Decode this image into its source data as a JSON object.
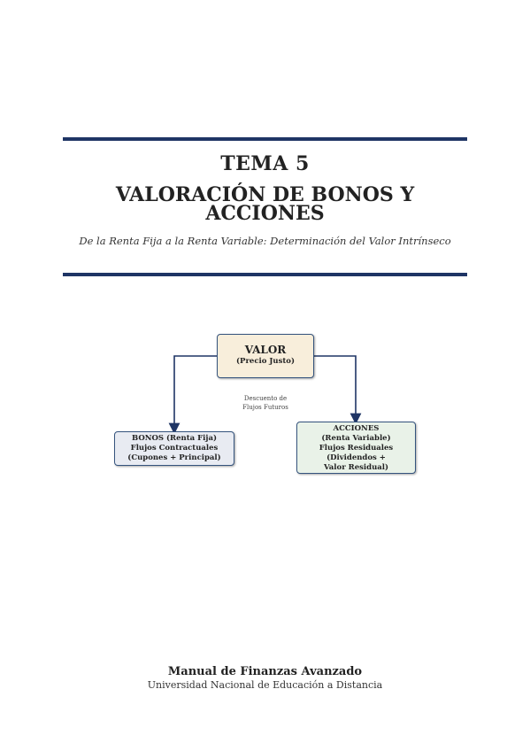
{
  "header": {
    "chapter": "TEMA 5",
    "title_line1": "VALORACIÓN DE BONOS Y",
    "title_line2": "ACCIONES",
    "subtitle": "De la Renta Fija a la Renta Variable: Determinación del Valor Intrínseco"
  },
  "diagram": {
    "root": {
      "label": "VALOR",
      "sublabel": "(Precio Justo)"
    },
    "middle_note": [
      "Descuento de",
      "Flujos Futuros"
    ],
    "left": {
      "lines": [
        "BONOS (Renta Fija)",
        "Flujos Contractuales",
        "(Cupones + Principal)"
      ]
    },
    "right": {
      "lines": [
        "ACCIONES",
        "(Renta Variable)",
        "Flujos Residuales",
        "(Dividendos +",
        "Valor Residual)"
      ]
    },
    "colors": {
      "rule": "#1f3565",
      "arrow": "#1f3565",
      "root_fill": "#f8eedb",
      "left_fill": "#e8ebf2",
      "right_fill": "#e9f2e8"
    }
  },
  "footer": {
    "title": "Manual de Finanzas Avanzado",
    "institution": "Universidad Nacional de Educación a Distancia"
  }
}
